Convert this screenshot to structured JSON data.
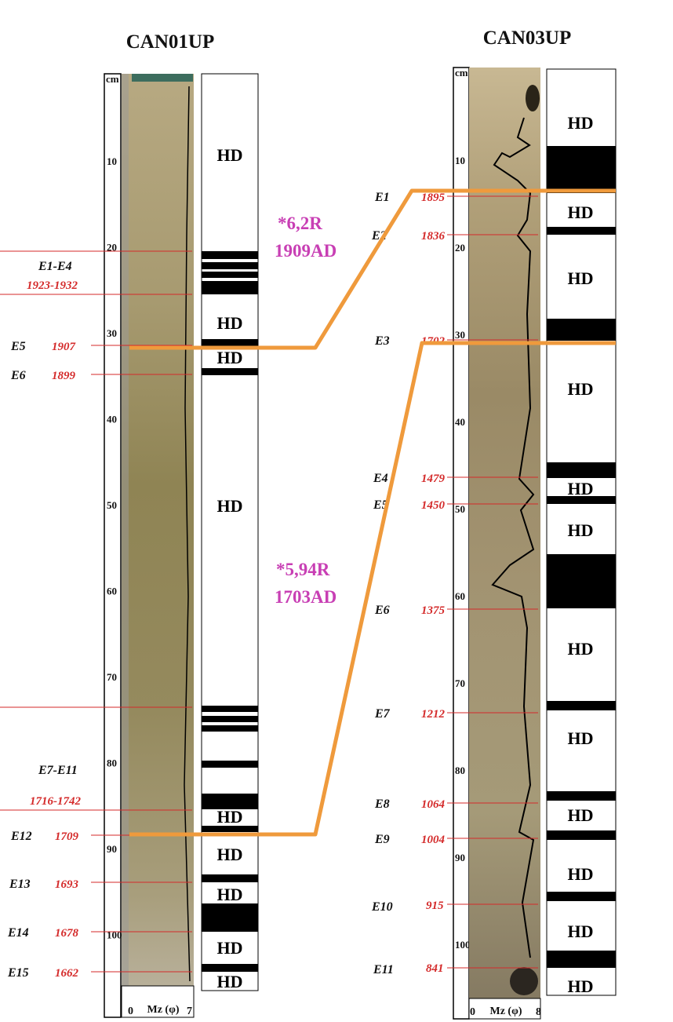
{
  "cores": [
    {
      "name": "CAN01UP",
      "depth_unit": "cm",
      "depth_ticks": [
        "10",
        "20",
        "30",
        "40",
        "50",
        "60",
        "70",
        "80",
        "90",
        "100"
      ],
      "grain_axis": {
        "min_label": "0",
        "label": "Mz (φ)",
        "max_label": "7"
      },
      "hd_labels": [
        "HD",
        "HD",
        "HD",
        "HD",
        "HD",
        "HD",
        "HD",
        "HD",
        "HD"
      ],
      "events": [
        {
          "label": "E1-E4",
          "date": "1923-1932"
        },
        {
          "label": "E5",
          "date": "1907"
        },
        {
          "label": "E6",
          "date": "1899"
        },
        {
          "label": "E7-E11",
          "date": "1716-1742"
        },
        {
          "label": "E12",
          "date": "1709"
        },
        {
          "label": "E13",
          "date": "1693"
        },
        {
          "label": "E14",
          "date": "1678"
        },
        {
          "label": "E15",
          "date": "1662"
        }
      ]
    },
    {
      "name": "CAN03UP",
      "depth_unit": "cm",
      "depth_ticks": [
        "10",
        "20",
        "30",
        "40",
        "50",
        "60",
        "70",
        "80",
        "90",
        "100"
      ],
      "grain_axis": {
        "min_label": "0",
        "label": "Mz (φ)",
        "max_label": "8"
      },
      "hd_labels": [
        "HD",
        "HD",
        "HD",
        "HD",
        "HD",
        "HD",
        "HD",
        "HD",
        "HD",
        "HD",
        "HD",
        "HD"
      ],
      "events": [
        {
          "label": "E1",
          "date": "1895"
        },
        {
          "label": "E2",
          "date": "1836"
        },
        {
          "label": "E3",
          "date": "1702"
        },
        {
          "label": "E4",
          "date": "1479"
        },
        {
          "label": "E5",
          "date": "1450"
        },
        {
          "label": "E6",
          "date": "1375"
        },
        {
          "label": "E7",
          "date": "1212"
        },
        {
          "label": "E8",
          "date": "1064"
        },
        {
          "label": "E9",
          "date": "1004"
        },
        {
          "label": "E10",
          "date": "915"
        },
        {
          "label": "E11",
          "date": "841"
        }
      ]
    }
  ],
  "correlations": [
    {
      "ratio": "*6,2R",
      "age": "1909AD"
    },
    {
      "ratio": "*5,94R",
      "age": "1703AD"
    }
  ],
  "colors": {
    "correlation_line": "#ef9a3c",
    "event_line": "#d42a2a",
    "age_text": "#c83fb4"
  }
}
